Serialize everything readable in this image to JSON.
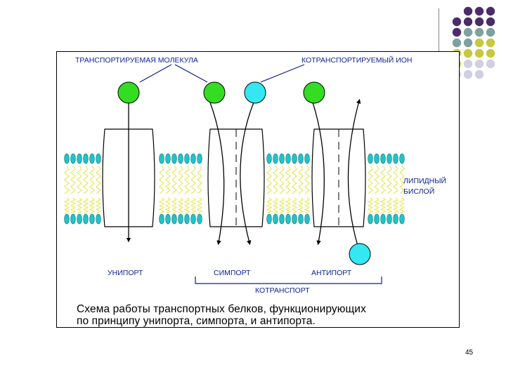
{
  "labels": {
    "transported_molecule": "ТРАНСПОРТИРУЕМАЯ МОЛЕКУЛА",
    "cotransported_ion": "КОТРАНСПОРТИРУЕМЫЙ ИОН",
    "lipid_1": "ЛИПИДНЫЙ",
    "lipid_2": "БИСЛОЙ",
    "uniport": "УНИПОРТ",
    "symport": "СИМПОРТ",
    "antiport": "АНТИПОРТ",
    "cotransport": "КОТРАНСПОРТ"
  },
  "caption": {
    "line1": "Схема работы транспортных белков, функционирующих",
    "line2": "по принципу унипорта, симпорта, и антипорта."
  },
  "page_number": "45",
  "colors": {
    "molecule": "#33dd22",
    "ion": "#33e8f0",
    "lipid_head": "#20c4c8",
    "lipid_tail": "#e8e860",
    "label": "#0b1f8f",
    "deco_purple": "#4b2c6b",
    "deco_teal": "#7fa0a0",
    "deco_olive": "#c8c840",
    "deco_grey": "#d0d0e0"
  }
}
